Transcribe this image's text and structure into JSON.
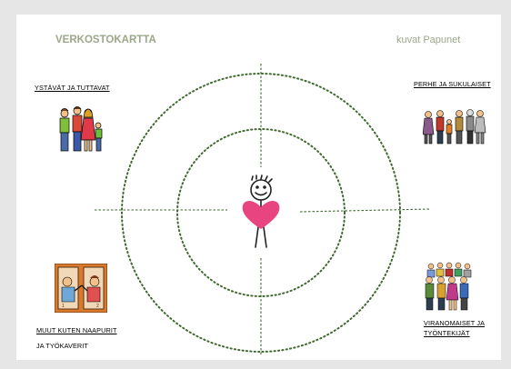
{
  "header": {
    "title": "VERKOSTOKARTTA",
    "credit": "kuvat Papunet"
  },
  "quadrants": {
    "top_left": {
      "label": "YSTÄVÄT JA TUTTAVAT",
      "icon": "friends-icon"
    },
    "top_right": {
      "label": "PERHE JA SUKULAISET",
      "icon": "family-icon"
    },
    "bottom_left": {
      "label_line1": "MUUT KUTEN NAAPURIT",
      "label_line2": "JA TYÖKAVERIT",
      "icon": "neighbors-icon"
    },
    "bottom_right": {
      "label_line1": "VIRANOMAISET JA",
      "label_line2": "TYÖNTEKIJÄT",
      "icon": "officials-icon"
    }
  },
  "center": {
    "icon": "person-with-heart-icon"
  },
  "colors": {
    "heading": "#9aa788",
    "dotted_line": "#3f6a2e",
    "heart": "#e8447f"
  }
}
